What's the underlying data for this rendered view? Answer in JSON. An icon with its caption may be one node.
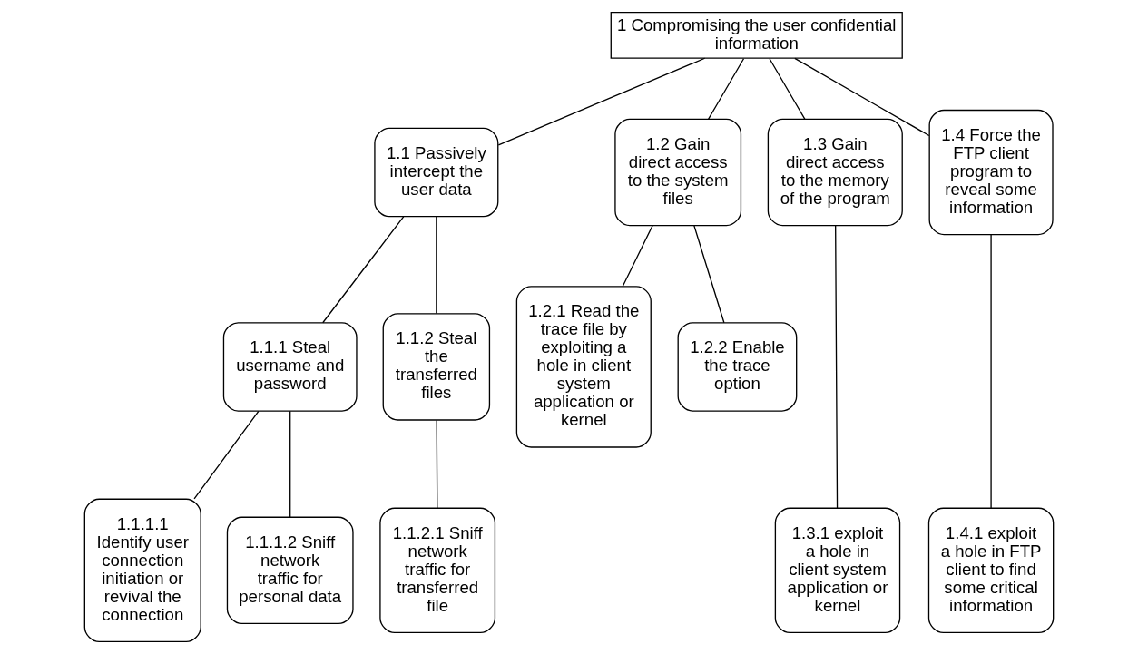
{
  "diagram": {
    "nodes": [
      {
        "text": [
          "1 Compromising the user confidential information"
        ]
      },
      {
        "text": [
          "1.1 Passively intercept the user data"
        ]
      },
      {
        "text": [
          "1.2 Gain direct access to the system files"
        ]
      },
      {
        "text": [
          "1.3 Gain direct access to the memory of the program"
        ]
      },
      {
        "text": [
          "1.4 Force the FTP client program to reveal some information"
        ]
      },
      {
        "text": [
          "1.1.1 Steal username and password"
        ]
      },
      {
        "text": [
          "1.1.2 Steal the transferred files"
        ]
      },
      {
        "text": [
          "1.2.1 Read the trace file by exploiting a hole in client system application or kernel"
        ]
      },
      {
        "text": [
          "1.2.2 Enable the trace option"
        ]
      },
      {
        "text": [
          "1.1.1.1 Identify user connection initiation or revival the connection"
        ]
      },
      {
        "text": [
          "1.1.1.2 Sniff network traffic for personal data"
        ]
      },
      {
        "text": [
          "1.1.2.1 Sniff network traffic for transferred file"
        ]
      },
      {
        "text": [
          "1.3.1 exploit a hole in client system application or kernel"
        ]
      },
      {
        "text": [
          "1.4.1 exploit a hole in FTP client to find some critical information"
        ]
      }
    ],
    "edges": [
      {
        "from": 0,
        "to": 1,
        "arrow": "none"
      },
      {
        "from": 0,
        "to": 2,
        "arrow": "none"
      },
      {
        "from": 0,
        "to": 3,
        "arrow": "none"
      },
      {
        "from": 0,
        "to": 4,
        "arrow": "none"
      },
      {
        "from": 1,
        "to": 5,
        "arrow": "none"
      },
      {
        "from": 1,
        "to": 6,
        "arrow": "none"
      },
      {
        "from": 2,
        "to": 7,
        "arrow": "none"
      },
      {
        "from": 2,
        "to": 8,
        "arrow": "none"
      },
      {
        "from": 5,
        "to": 9,
        "arrow": "none"
      },
      {
        "from": 5,
        "to": 10,
        "arrow": "none"
      },
      {
        "from": 6,
        "to": 11,
        "arrow": "none"
      },
      {
        "from": 3,
        "to": 12,
        "arrow": "none"
      },
      {
        "from": 4,
        "to": 13,
        "arrow": "none"
      }
    ]
  }
}
